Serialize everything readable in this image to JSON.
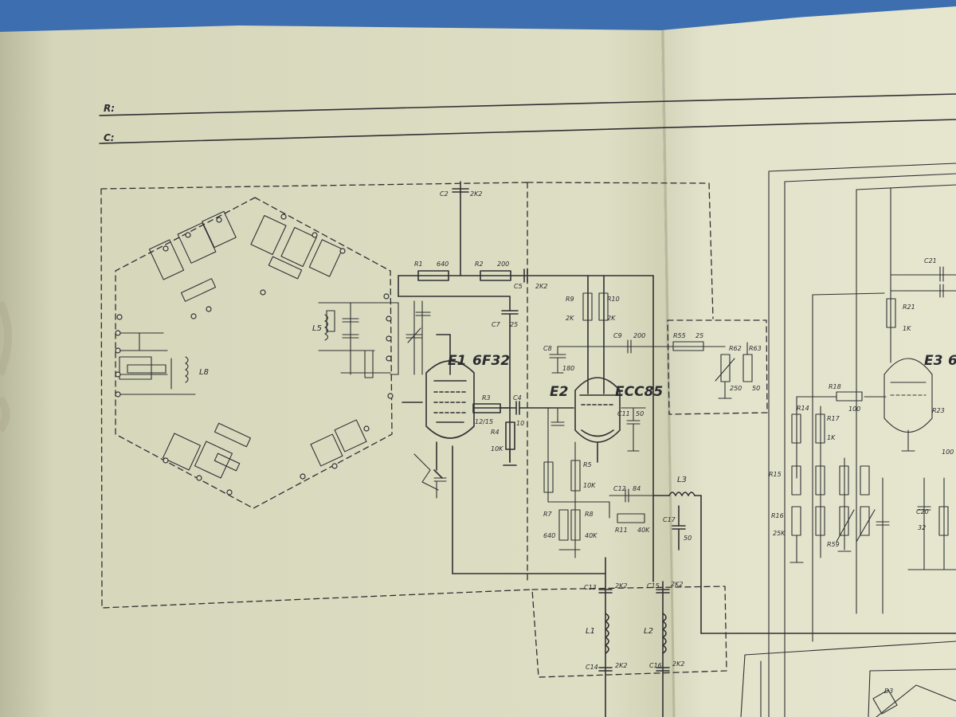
{
  "colors": {
    "paper": "#dcdcc2",
    "paper_right": "#e2e2cb",
    "ink": "#2f3033",
    "cloth": "#3d6fb0"
  },
  "header": {
    "r_prefix": "R:",
    "c_prefix": "C:"
  },
  "tubes": {
    "e1": {
      "designator": "E1",
      "type": "6F32"
    },
    "e2": {
      "designator": "E2",
      "type": "ECC85"
    },
    "e3": {
      "designator": "E3",
      "type": "6"
    }
  },
  "top_components": [
    {
      "name": "C2",
      "value": "2K2"
    },
    {
      "name": "R1",
      "value": "640"
    },
    {
      "name": "R2",
      "value": "200"
    },
    {
      "name": "C5",
      "value": "2K2"
    },
    {
      "name": "C7",
      "value": "25"
    },
    {
      "name": "R9",
      "value": "2K"
    },
    {
      "name": "R10",
      "value": "2K"
    },
    {
      "name": "C8",
      "value": "180"
    },
    {
      "name": "C9",
      "value": "200"
    },
    {
      "name": "R55",
      "value": "25"
    },
    {
      "name": "R3",
      "value": "12/15"
    },
    {
      "name": "C4",
      "value": "10"
    },
    {
      "name": "R4",
      "value": "10K"
    },
    {
      "name": "R5",
      "value": "10K"
    },
    {
      "name": "R7",
      "value": "640"
    },
    {
      "name": "R8",
      "value": "40K"
    },
    {
      "name": "C12",
      "value": "84"
    },
    {
      "name": "R11",
      "value": "40K"
    },
    {
      "name": "C11",
      "value": "50"
    },
    {
      "name": "C13",
      "value": "2K2"
    },
    {
      "name": "C14",
      "value": "2K2"
    },
    {
      "name": "C15",
      "value": "2K2"
    },
    {
      "name": "C16",
      "value": "2K2"
    },
    {
      "name": "C17",
      "value": "50"
    },
    {
      "name": "R62",
      "value": "250"
    },
    {
      "name": "R63",
      "value": "50"
    }
  ],
  "coils": {
    "l1": "L1",
    "l2": "L2",
    "l3": "L3",
    "l5": "L5",
    "l8": "L8"
  },
  "right_components": [
    {
      "name": "C21",
      "value": ""
    },
    {
      "name": "R21",
      "value": "1K"
    },
    {
      "name": "R18",
      "value": "100"
    },
    {
      "name": "R14",
      "value": ""
    },
    {
      "name": "R17",
      "value": "1K"
    },
    {
      "name": "R23",
      "value": "100"
    },
    {
      "name": "R15",
      "value": ""
    },
    {
      "name": "R16",
      "value": "25K"
    },
    {
      "name": "C20",
      "value": "32"
    },
    {
      "name": "R59",
      "value": ""
    },
    {
      "name": "D3",
      "value": ""
    }
  ]
}
